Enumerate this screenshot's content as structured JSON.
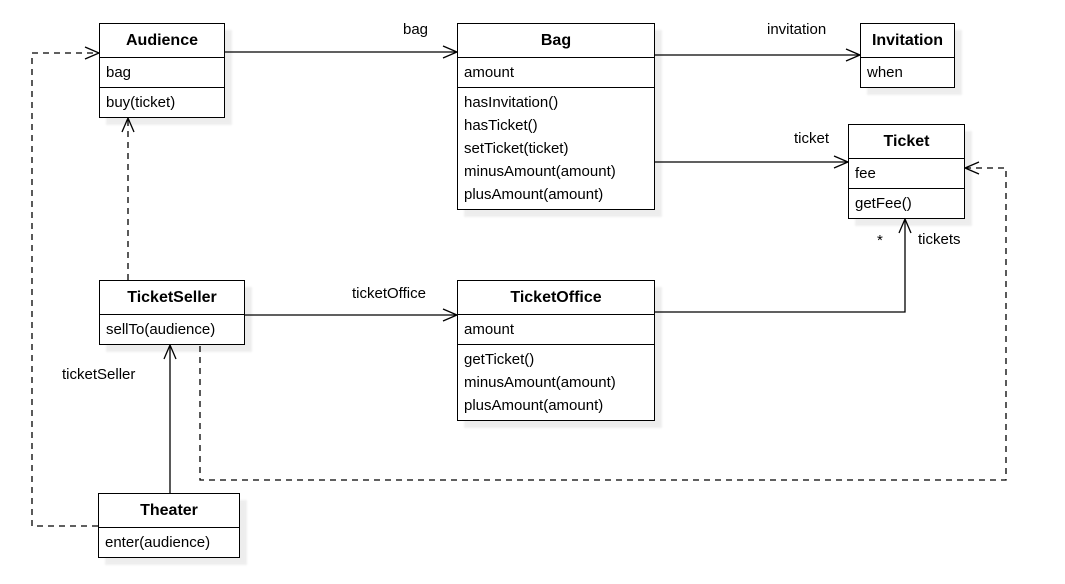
{
  "diagram": {
    "kind": "uml-class-diagram",
    "classes": {
      "audience": {
        "name": "Audience",
        "attributes": [
          "bag"
        ],
        "methods": [
          "buy(ticket)"
        ]
      },
      "bag": {
        "name": "Bag",
        "attributes": [
          "amount"
        ],
        "methods": [
          "hasInvitation()",
          "hasTicket()",
          "setTicket(ticket)",
          "minusAmount(amount)",
          "plusAmount(amount)"
        ]
      },
      "invitation": {
        "name": "Invitation",
        "attributes": [
          "when"
        ],
        "methods": []
      },
      "ticket": {
        "name": "Ticket",
        "attributes": [
          "fee"
        ],
        "methods": [
          "getFee()"
        ]
      },
      "ticketSeller": {
        "name": "TicketSeller",
        "attributes": [],
        "methods": [
          "sellTo(audience)"
        ]
      },
      "ticketOffice": {
        "name": "TicketOffice",
        "attributes": [
          "amount"
        ],
        "methods": [
          "getTicket()",
          "minusAmount(amount)",
          "plusAmount(amount)"
        ]
      },
      "theater": {
        "name": "Theater",
        "attributes": [],
        "methods": [
          "enter(audience)"
        ]
      }
    },
    "edges": [
      {
        "from": "Audience",
        "to": "Bag",
        "style": "solid",
        "label": "bag"
      },
      {
        "from": "Bag",
        "to": "Invitation",
        "style": "solid",
        "label": "invitation"
      },
      {
        "from": "Bag",
        "to": "Ticket",
        "style": "solid",
        "label": "ticket"
      },
      {
        "from": "TicketSeller",
        "to": "TicketOffice",
        "style": "solid",
        "label": "ticketOffice"
      },
      {
        "from": "TicketOffice",
        "to": "Ticket",
        "style": "solid",
        "label": "tickets",
        "multiplicity": "*"
      },
      {
        "from": "Theater",
        "to": "TicketSeller",
        "style": "solid",
        "label": "ticketSeller"
      },
      {
        "from": "TicketSeller",
        "to": "Audience",
        "style": "dashed",
        "label": ""
      },
      {
        "from": "Theater",
        "to": "Audience",
        "style": "dashed",
        "label": ""
      },
      {
        "from": "TicketSeller",
        "to": "Ticket",
        "style": "dashed",
        "label": ""
      }
    ],
    "labels": {
      "bag": "bag",
      "invitation": "invitation",
      "ticket": "ticket",
      "ticketOffice": "ticketOffice",
      "tickets": "tickets",
      "multiplicity": "*",
      "ticketSeller": "ticketSeller"
    },
    "colors": {
      "line": "#000000",
      "box_fill": "#ffffff",
      "text": "#000000"
    }
  }
}
